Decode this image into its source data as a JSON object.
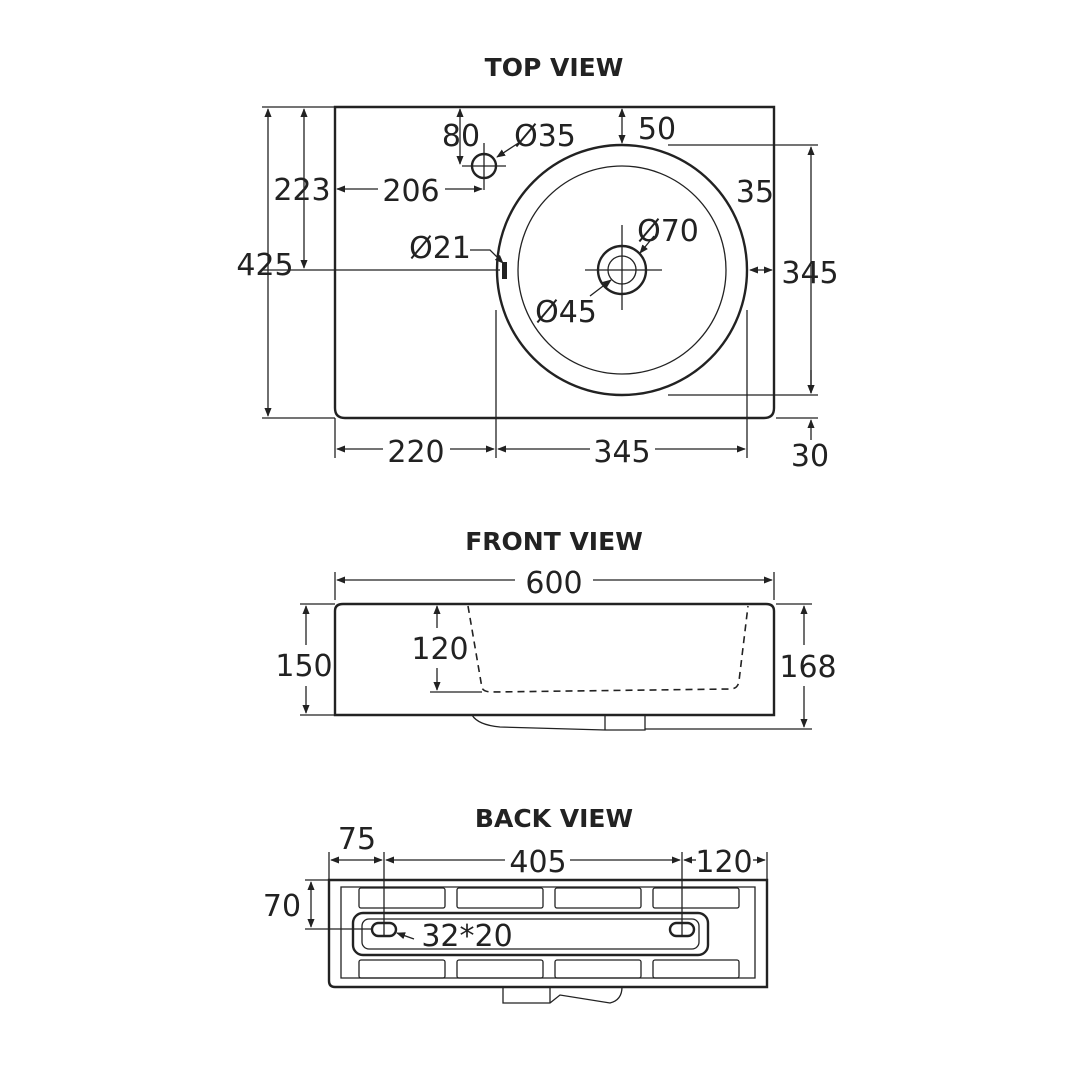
{
  "views": {
    "top": {
      "title": "TOP VIEW"
    },
    "front": {
      "title": "FRONT VIEW"
    },
    "back": {
      "title": "BACK VIEW"
    }
  },
  "dimensions": {
    "top": {
      "overall_depth": "425",
      "tap_hole_from_back": "223",
      "tap_hole_offset": "80",
      "tap_hole_diameter": "Ø35",
      "tap_hole_from_left": "206",
      "bowl_from_back": "50",
      "rim_width": "35",
      "overflow_diameter": "Ø21",
      "outer_waste_diameter": "Ø70",
      "waste_diameter": "Ø45",
      "bowl_diameter_vertical": "345",
      "left_deck_width": "220",
      "bowl_diameter_horizontal": "345",
      "front_margin": "30"
    },
    "front": {
      "overall_width": "600",
      "body_height": "150",
      "bowl_depth": "120",
      "total_height": "168"
    },
    "back": {
      "left_hole_offset": "75",
      "hole_spacing": "405",
      "right_hole_offset": "120",
      "hole_height": "70",
      "hole_size": "32*20"
    }
  }
}
